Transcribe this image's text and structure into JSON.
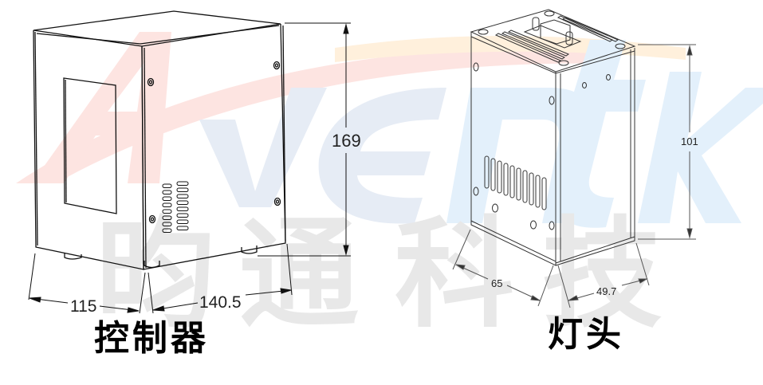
{
  "watermark": {
    "brand_text": "AVENTK",
    "chinese_chars": [
      "昀",
      "通",
      "科",
      "技"
    ],
    "colors": {
      "swoosh_red": "#fde4e1",
      "swoosh_orange": "#fff0dc",
      "letters_blue": "#e6ecf5",
      "letters_lightblue": "#e3f0fb",
      "chinese_gray": "#e8e8e8"
    }
  },
  "controller": {
    "caption": "控制器",
    "dimensions": {
      "height": "169",
      "width": "115",
      "depth": "140.5"
    }
  },
  "lamp_head": {
    "caption": "灯头",
    "dimensions": {
      "height": "101",
      "width": "65",
      "depth": "49.7"
    }
  }
}
